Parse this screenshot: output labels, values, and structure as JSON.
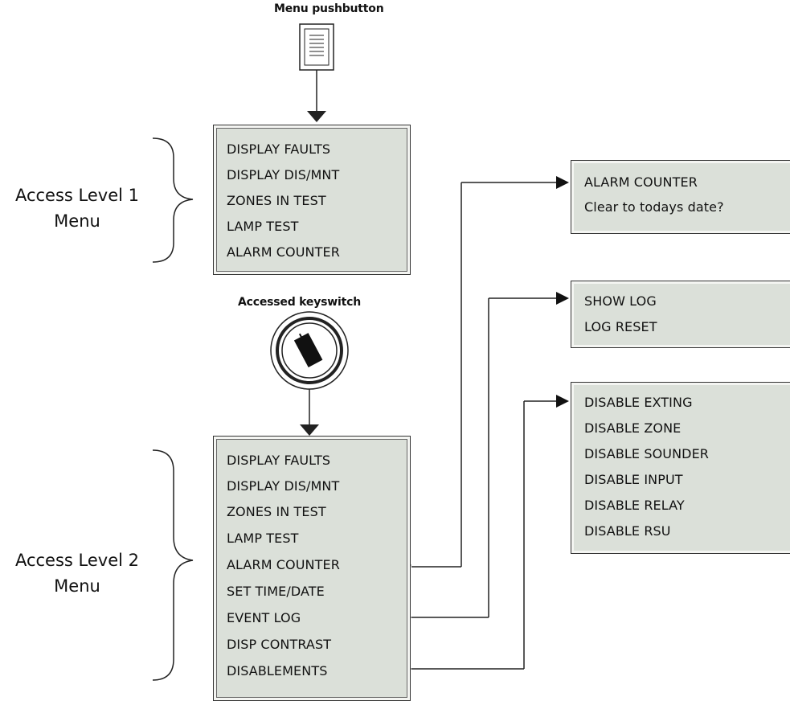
{
  "titles": {
    "menu_pushbutton": "Menu pushbutton",
    "keyswitch": "Accessed keyswitch"
  },
  "side_labels": {
    "level1": [
      "Access Level 1",
      "Menu"
    ],
    "level2": [
      "Access Level 2",
      "Menu"
    ]
  },
  "level1_menu": [
    "DISPLAY FAULTS",
    "DISPLAY DIS/MNT",
    "ZONES IN TEST",
    "LAMP TEST",
    "ALARM COUNTER"
  ],
  "level2_menu": [
    "DISPLAY FAULTS",
    "DISPLAY DIS/MNT",
    "ZONES IN TEST",
    "LAMP TEST",
    "ALARM COUNTER",
    "SET TIME/DATE",
    "EVENT LOG",
    "DISP CONTRAST",
    "DISABLEMENTS"
  ],
  "alarm_counter_panel": [
    "ALARM COUNTER",
    "Clear to todays date?"
  ],
  "log_panel": [
    "SHOW LOG",
    "LOG RESET"
  ],
  "disablements_panel": [
    "DISABLE EXTING",
    "DISABLE ZONE",
    "DISABLE SOUNDER",
    "DISABLE INPUT",
    "DISABLE RELAY",
    "DISABLE RSU"
  ],
  "colors": {
    "panel_bg": "#dbe0d9",
    "line": "#222222"
  }
}
